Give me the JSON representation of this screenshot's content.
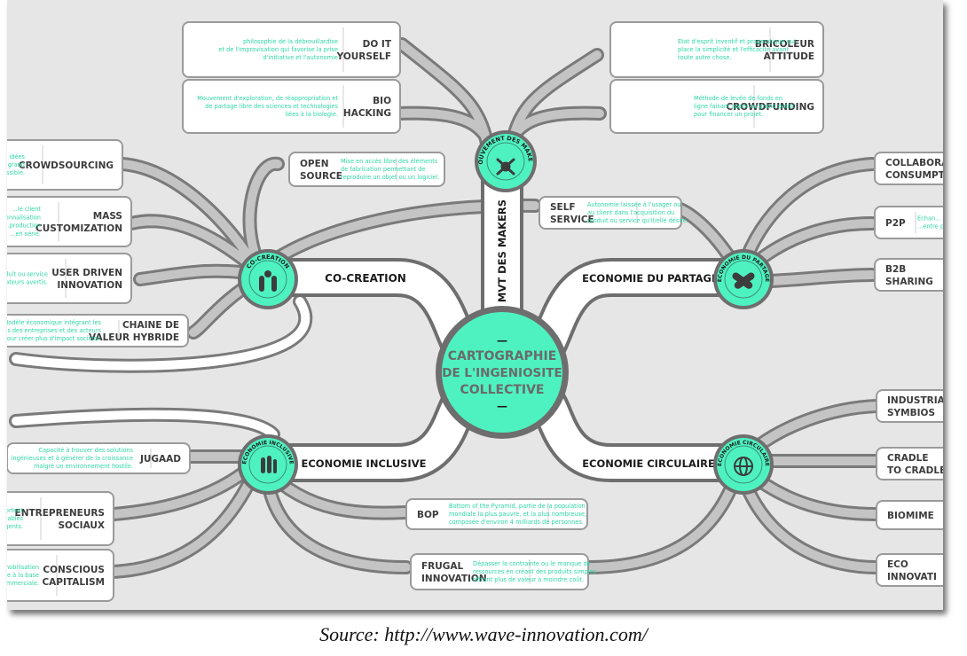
{
  "center": {
    "lines": [
      "—",
      "CARTOGRAPHIE",
      "DE L'INGENIOSITE",
      "COLLECTIVE",
      "—"
    ]
  },
  "hubs": {
    "makers": {
      "badge": "MOUVEMENT DES MAKERS",
      "title": "MVT DES MAKERS"
    },
    "cocreation": {
      "badge": "CO-CREATION",
      "title": "CO-CREATION"
    },
    "partage": {
      "badge": "ECONOMIE DU PARTAGE",
      "title": "ECONOMIE DU PARTAGE"
    },
    "inclusive": {
      "badge": "ECONOMIE INCLUSIVE",
      "title": "ECONOMIE INCLUSIVE"
    },
    "circulaire": {
      "badge": "ECONOMIE CIRCULAIRE",
      "title": "ECONOMIE CIRCULAIRE"
    }
  },
  "leaves": {
    "diy": {
      "label": [
        "DO IT",
        "YOURSELF"
      ],
      "desc": [
        "philosophie de la débrouillardise",
        "et de l'improvisation qui favorise la prise",
        "d'initiative et l'autonomie"
      ]
    },
    "biohacking": {
      "label": [
        "BIO",
        "HACKING"
      ],
      "desc": [
        "Mouvement d'exploration, de réappropriation et",
        "de partage libre des sciences et technologies",
        "liées à la biologie."
      ]
    },
    "bricoleur": {
      "label": [
        "BRICOLEUR",
        "ATTITUDE"
      ],
      "desc": [
        "Etat d'esprit inventif et pragmatique qui",
        "place la simplicité et l'efficacité avant",
        "toute autre chose."
      ]
    },
    "crowdfunding": {
      "label": [
        "CROWDFUNDING"
      ],
      "desc": [
        "Méthode de levée de fonds en",
        "ligne faisant appel au grand public",
        "pour financer un projet."
      ]
    },
    "opensource": {
      "label": [
        "OPEN",
        "SOURCE"
      ],
      "desc": [
        "Mise en accès libre des éléments",
        "de fabrication permettant de",
        "reproduire un objet ou un logiciel."
      ]
    },
    "selfservice": {
      "label": [
        "SELF",
        "SERVICE"
      ],
      "desc": [
        "Autonomie laissée à l'usager ou",
        "au client dans l'acquisition du",
        "produit ou service qu'il/elle désire."
      ]
    },
    "crowdsourcing": {
      "label": [
        "CROWDSOURCING"
      ],
      "desc": [
        "...obtenir des idées",
        "...plus grand",
        "...possible."
      ]
    },
    "masscustom": {
      "label": [
        "MASS",
        "CUSTOMIZATION"
      ],
      "desc": [
        "...le client",
        "...personnalisation",
        "...production",
        "...en série."
      ]
    },
    "userdriven": {
      "label": [
        "USER DRIVEN",
        "INNOVATION"
      ],
      "desc": [
        "...un produit ou service",
        "...utilisateurs avertis."
      ]
    },
    "chaine": {
      "label": [
        "CHAINE DE",
        "VALEUR HYBRIDE"
      ],
      "desc": [
        "Modèle économique intégrant les",
        "compétences des entreprises et des acteurs",
        "sociaux pour créer plus d'impact sociétal."
      ]
    },
    "jugaad": {
      "label": [
        "JUGAAD"
      ],
      "desc": [
        "Capacité à trouver des solutions",
        "ingénieuses et à générer de la croissance",
        "malgré un environnement hostile."
      ]
    },
    "entrepreneurs": {
      "label": [
        "ENTREPRENEURS",
        "SOCIAUX"
      ],
      "desc": [
        "...apportent",
        "...s et durables",
        "...s plus urgents."
      ]
    },
    "conscious": {
      "label": [
        "CONSCIOUS",
        "CAPITALISM"
      ],
      "desc": [
        "...de mobilisation",
        "...éthique à la base",
        "...commerciale."
      ]
    },
    "bop": {
      "label": [
        "BOP"
      ],
      "desc": [
        "Bottom of the Pyramid, partie de la population",
        "mondiale la plus pauvre, et la plus nombreuse,",
        "composée d'environ 4 milliards de personnes."
      ]
    },
    "frugal": {
      "label": [
        "FRUGAL",
        "INNOVATION"
      ],
      "desc": [
        "Dépasser la contrainte ou le manque de",
        "ressources en créant des produits simples",
        "offrant plus de valeur à moindre coût."
      ]
    },
    "collab": {
      "label": [
        "COLLABORA",
        "CONSUMPTION"
      ],
      "desc": []
    },
    "p2p": {
      "label": [
        "P2P"
      ],
      "desc": [
        "Echan...",
        "...entre p..."
      ]
    },
    "b2b": {
      "label": [
        "B2B",
        "SHARING"
      ],
      "desc": []
    },
    "industrial": {
      "label": [
        "INDUSTRIA",
        "SYMBIOS"
      ],
      "desc": []
    },
    "cradle": {
      "label": [
        "CRADLE",
        "TO CRADLE"
      ],
      "desc": []
    },
    "biomime": {
      "label": [
        "BIOMIME"
      ],
      "desc": []
    },
    "eco": {
      "label": [
        "ECO",
        "INNOVATI"
      ],
      "desc": []
    }
  },
  "source": "Source: http://www.wave-innovation.com/",
  "colors": {
    "mint": "#4ef2c0",
    "grey": "#6e6e6e",
    "track": "#b8b8b8",
    "desc": "#2fd6a6"
  }
}
